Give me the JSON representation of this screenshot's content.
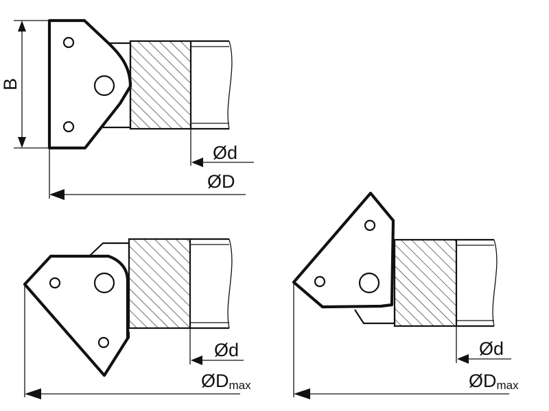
{
  "labels": {
    "width": "B",
    "bore": "Ød",
    "outer_diameter": "ØD",
    "outer_diameter_max_symbol": "ØD",
    "outer_diameter_max_subscript": "max"
  },
  "views": [
    {
      "id": "top-left",
      "description": ""
    },
    {
      "id": "bottom-left",
      "description": ""
    },
    {
      "id": "bottom-right",
      "description": ""
    }
  ]
}
